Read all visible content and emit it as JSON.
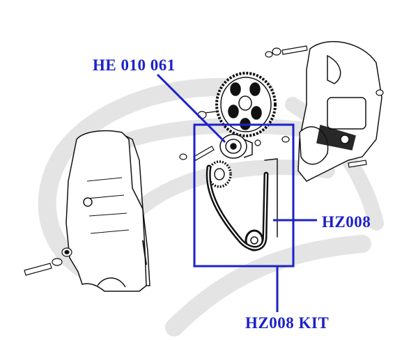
{
  "diagram": {
    "labels": {
      "part_number": "HE 010 061",
      "belt": "HZ008",
      "kit": "HZ008 KIT"
    },
    "colors": {
      "callout": "#1c22c8",
      "line_art": "#111111",
      "watermark": "#e4e4e4"
    },
    "icons": [
      "watermark-logo",
      "rear-timing-cover",
      "front-timing-cover",
      "camshaft-sprocket",
      "tensioner-pulley",
      "crankshaft-sprocket",
      "timing-belt"
    ]
  }
}
